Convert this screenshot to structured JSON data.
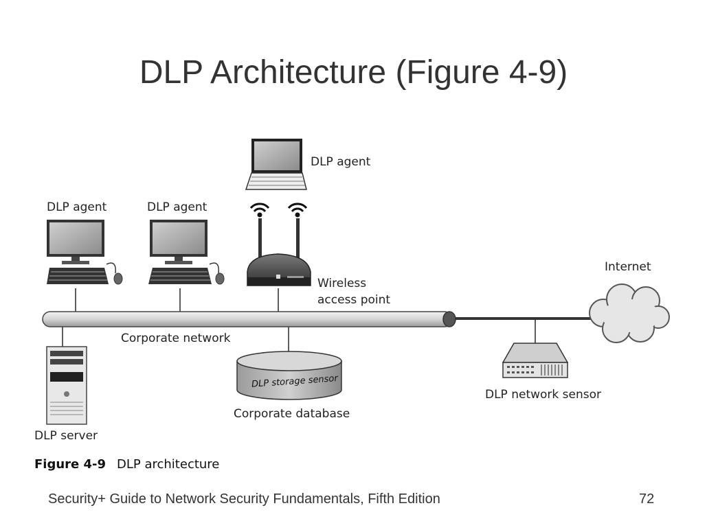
{
  "slide": {
    "title": "DLP Architecture (Figure 4-9)",
    "footer_text": "Security+ Guide to Network Security Fundamentals, Fifth Edition",
    "page_number": "72"
  },
  "diagram": {
    "labels": {
      "laptop_agent": "DLP agent",
      "desktop_agent_1": "DLP agent",
      "desktop_agent_2": "DLP agent",
      "wireless_line1": "Wireless",
      "wireless_line2": "access point",
      "internet": "Internet",
      "corporate_network": "Corporate network",
      "dlp_storage_sensor": "DLP storage sensor",
      "corporate_database": "Corporate database",
      "dlp_server": "DLP server",
      "dlp_network_sensor": "DLP network sensor"
    },
    "caption": {
      "figure_number": "Figure 4-9",
      "figure_title": "DLP architecture"
    }
  }
}
